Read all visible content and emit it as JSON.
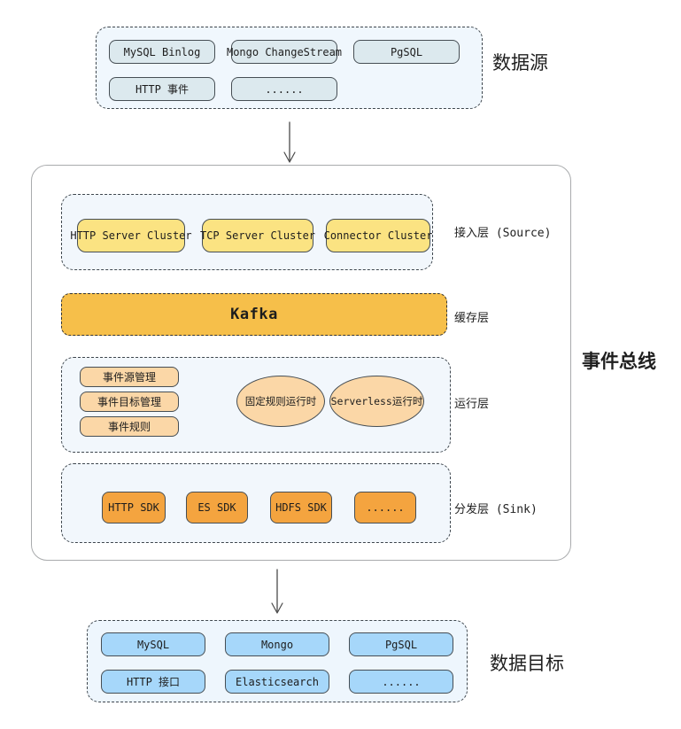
{
  "diagram": {
    "data_source": {
      "label": "数据源",
      "items": [
        "MySQL Binlog",
        "Mongo ChangeStream",
        "PgSQL",
        "HTTP 事件",
        "......"
      ]
    },
    "event_bus": {
      "label": "事件总线",
      "source_layer": {
        "label": "接入层 (Source)",
        "items": [
          "HTTP Server Cluster",
          "TCP Server Cluster",
          "Connector Cluster"
        ]
      },
      "cache_layer": {
        "label": "缓存层",
        "items": [
          "Kafka"
        ]
      },
      "runtime_layer": {
        "label": "运行层",
        "manage_boxes": [
          "事件源管理",
          "事件目标管理",
          "事件规则"
        ],
        "runtimes": [
          "固定规则运行时",
          "Serverless运行时"
        ]
      },
      "sink_layer": {
        "label": "分发层 (Sink)",
        "items": [
          "HTTP SDK",
          "ES SDK",
          "HDFS SDK",
          "......"
        ]
      }
    },
    "data_target": {
      "label": "数据目标",
      "items": [
        "MySQL",
        "Mongo",
        "PgSQL",
        "HTTP 接口",
        "Elasticsearch",
        "......"
      ]
    },
    "colors": {
      "source_node": "#dce9ee",
      "group_bg": "#f0f7fd",
      "yellow_node": "#fbe382",
      "kafka_node": "#f6bf4a",
      "peach_node": "#fbd7a7",
      "orange_node": "#f4a43f",
      "blue_node": "#a6d7fa"
    }
  }
}
